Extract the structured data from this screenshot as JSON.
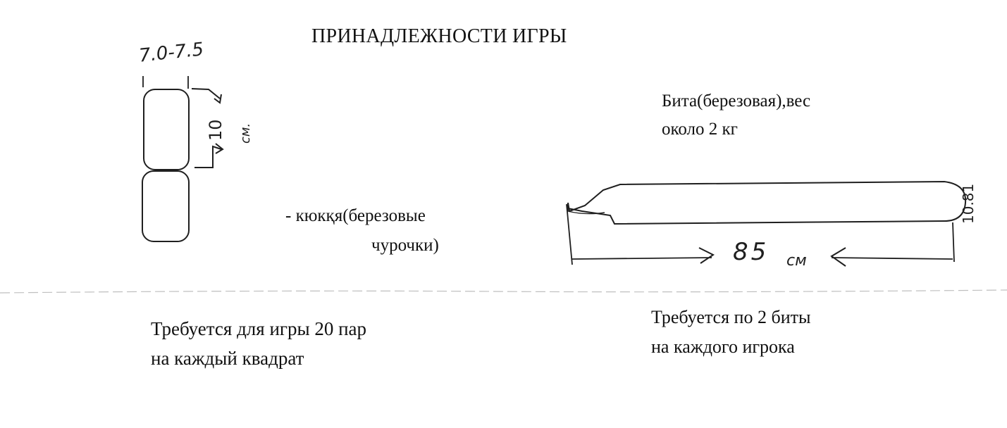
{
  "title": "ПРИНАДЛЕЖНОСТИ ИГРЫ",
  "bat": {
    "description_line1": "Бита(березовая),вес",
    "description_line2": "около 2 кг",
    "length_value": "85",
    "length_unit": "см",
    "diameter_value": "10.81",
    "requirement_line1": "Требуется по 2 биты",
    "requirement_line2": "на каждого игрока"
  },
  "kyukkya": {
    "label_line1": "- кюкқя(березовые",
    "label_line2": "чурочки)",
    "width_value": "7.0-7.5",
    "height_value": "10",
    "height_unit": "см.",
    "requirement_line1": "Требуется для игры 20 пар",
    "requirement_line2": "на каждый квадрат"
  },
  "colors": {
    "ink": "#111111",
    "pencil": "#1f1f1f",
    "paper": "#ffffff"
  }
}
